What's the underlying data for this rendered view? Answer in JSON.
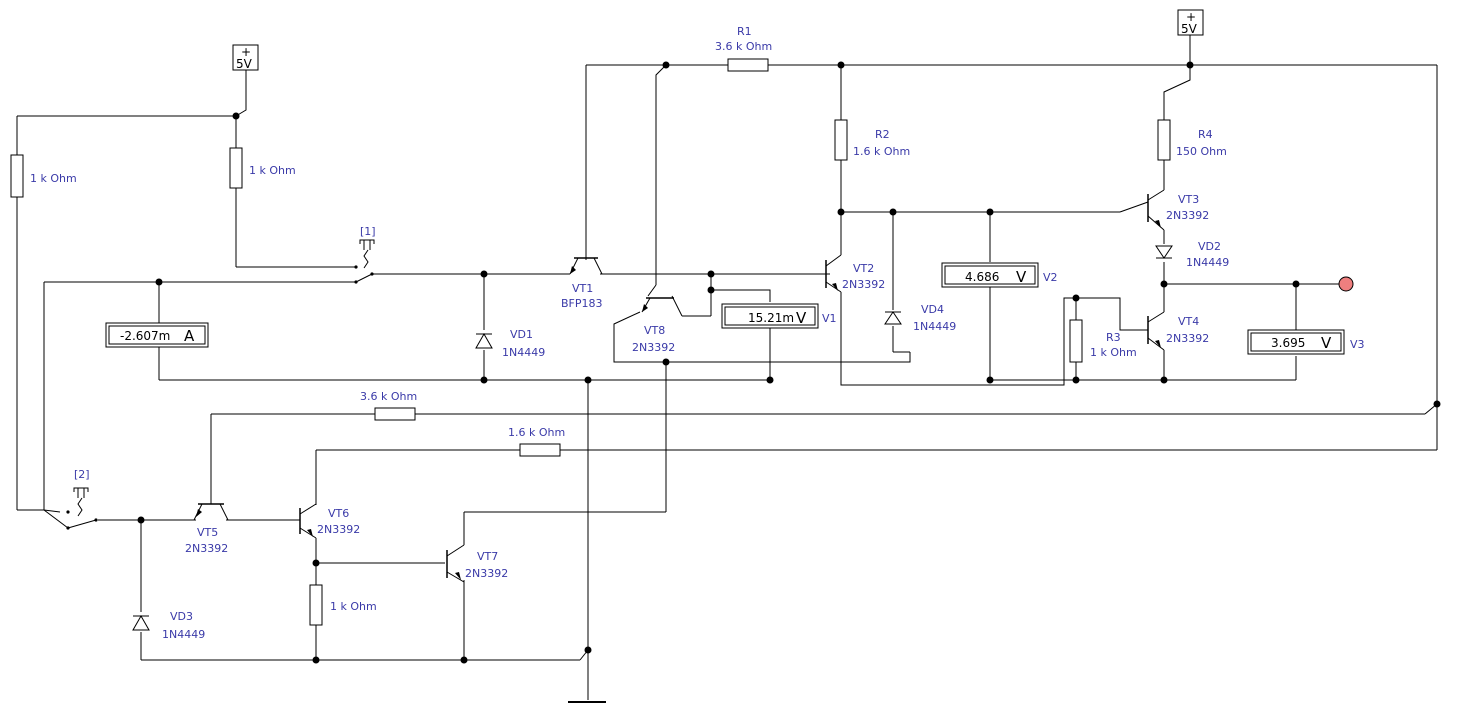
{
  "supply": {
    "v1": "5V",
    "v2": "5V",
    "plus": "+"
  },
  "switches": {
    "s1": "[1]",
    "s2": "[2]"
  },
  "resistors": {
    "r_left": "1 k Ohm",
    "r_top_left": "1 k Ohm",
    "r1_name": "R1",
    "r1_value": "3.6 k Ohm",
    "r2_name": "R2",
    "r2_value": "1.6 k Ohm",
    "r3_name": "R3",
    "r3_value": "1 k Ohm",
    "r4_name": "R4",
    "r4_value": "150  Ohm",
    "r_fb1": "3.6 k Ohm",
    "r_fb2": "1.6 k Ohm",
    "r_bottom": "1 k Ohm"
  },
  "transistors": {
    "vt1_name": "VT1",
    "vt1_type": "BFP183",
    "vt2_name": "VT2",
    "vt2_type": "2N3392",
    "vt3_name": "VT3",
    "vt3_type": "2N3392",
    "vt4_name": "VT4",
    "vt4_type": "2N3392",
    "vt5_name": "VT5",
    "vt5_type": "2N3392",
    "vt6_name": "VT6",
    "vt6_type": "2N3392",
    "vt7_name": "VT7",
    "vt7_type": "2N3392",
    "vt8_name": "VT8",
    "vt8_type": "2N3392"
  },
  "diodes": {
    "vd1_name": "VD1",
    "vd1_type": "1N4449",
    "vd2_name": "VD2",
    "vd2_type": "1N4449",
    "vd3_name": "VD3",
    "vd3_type": "1N4449",
    "vd4_name": "VD4",
    "vd4_type": "1N4449"
  },
  "meters": {
    "ammeter": {
      "value": "-2.607m",
      "unit": "A"
    },
    "v1": {
      "value": "15.21m",
      "unit": "V",
      "name": "V1"
    },
    "v2": {
      "value": "4.686",
      "unit": "V",
      "name": "V2"
    },
    "v3": {
      "value": "3.695",
      "unit": "V",
      "name": "V3"
    }
  },
  "colors": {
    "label": "#3a3aa8",
    "probe": "#ef7f7f"
  }
}
